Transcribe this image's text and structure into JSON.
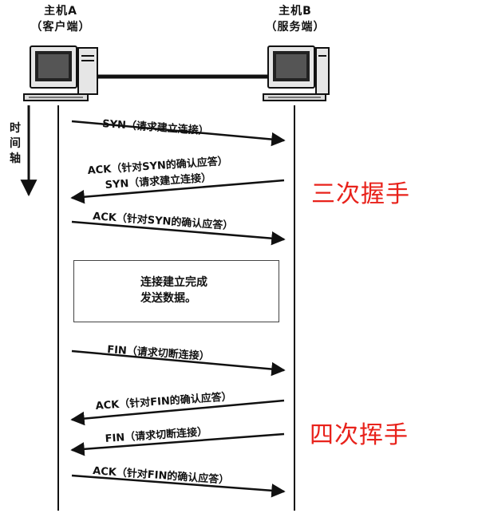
{
  "hosts": {
    "a": {
      "name": "主机A",
      "role": "（客户端）"
    },
    "b": {
      "name": "主机B",
      "role": "（服务端）"
    }
  },
  "time_axis": "时间轴",
  "phases": {
    "handshake": "三次握手",
    "wave": "四次挥手"
  },
  "connection_box": {
    "line1": "连接建立完成",
    "line2": "发送数据。"
  },
  "messages": [
    {
      "label": "SYN（请求建立连接）",
      "direction": "A-to-B"
    },
    {
      "label": "ACK（针对SYN的确认应答）",
      "direction": "B-to-A"
    },
    {
      "label": "SYN（请求建立连接）",
      "direction": "B-to-A"
    },
    {
      "label": "ACK（针对SYN的确认应答）",
      "direction": "A-to-B"
    },
    {
      "label": "FIN（请求切断连接）",
      "direction": "A-to-B"
    },
    {
      "label": "ACK（针对FIN的确认应答）",
      "direction": "B-to-A"
    },
    {
      "label": "FIN（请求切断连接）",
      "direction": "B-to-A"
    },
    {
      "label": "ACK（针对FIN的确认应答）",
      "direction": "A-to-B"
    }
  ],
  "icons": [
    "computer-icon",
    "server-icon"
  ]
}
